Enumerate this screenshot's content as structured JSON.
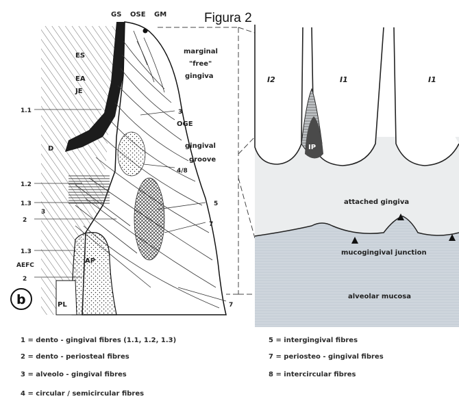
{
  "title": "Figura 2",
  "panel_letter": "b",
  "top_labels": [
    "GS",
    "OSE",
    "GM"
  ],
  "tooth_labels": [
    "I2",
    "I1",
    "I1"
  ],
  "left_labels": {
    "es": "ES",
    "ea": "EA",
    "je": "JE",
    "d": "D",
    "n11": "1.1",
    "n12": "1.2",
    "n13a": "1.3",
    "n2a": "2",
    "n3a": "3",
    "n13b": "1.3",
    "aefc": "AEFC",
    "n2b": "2",
    "ap": "AP",
    "pl": "PL"
  },
  "right_labels": {
    "marginal_1": "marginal",
    "marginal_2": "\"free\"",
    "marginal_3": "gingiva",
    "n3": "3",
    "oge": "OGE",
    "groove_1": "gingival",
    "groove_2": "groove",
    "n48": "4/8",
    "n5": "5",
    "n7a": "7",
    "n7b": "7"
  },
  "zone_labels": {
    "ip": "IP",
    "attached": "attached gingiva",
    "mucogingival": "mucogingival junction",
    "alveolar": "alveolar mucosa"
  },
  "legend": [
    "1 = dento - gingival fibres (1.1, 1.2, 1.3)",
    "2 = dento - periosteal fibres",
    "3 = alveolo - gingival fibres",
    "4 = circular / semicircular fibres",
    "5 = intergingival fibres",
    "7 = periosteo - gingival fibres",
    "8 = intercircular fibres"
  ]
}
